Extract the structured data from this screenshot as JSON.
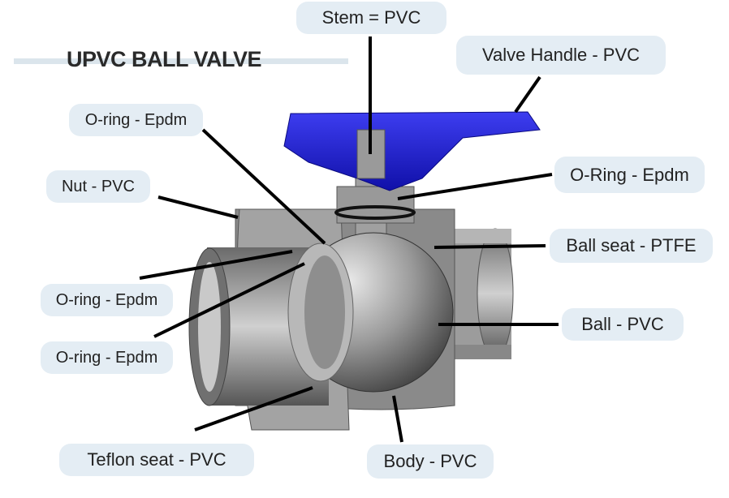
{
  "title": "UPVC BALL VALVE",
  "labels": {
    "stem": "Stem = PVC",
    "handle": "Valve Handle - PVC",
    "oring_top_left": "O-ring - Epdm",
    "nut": "Nut - PVC",
    "oring_right": "O-Ring - Epdm",
    "ball_seat": "Ball seat - PTFE",
    "oring_left_1": "O-ring - Epdm",
    "ball": "Ball - PVC",
    "oring_left_2": "O-ring - Epdm",
    "teflon_seat": "Teflon seat - PVC",
    "body": "Body - PVC"
  },
  "colors": {
    "handle": "#1a1ad6",
    "label_bg": "#e4edf4",
    "body": "#8a8a8a"
  }
}
